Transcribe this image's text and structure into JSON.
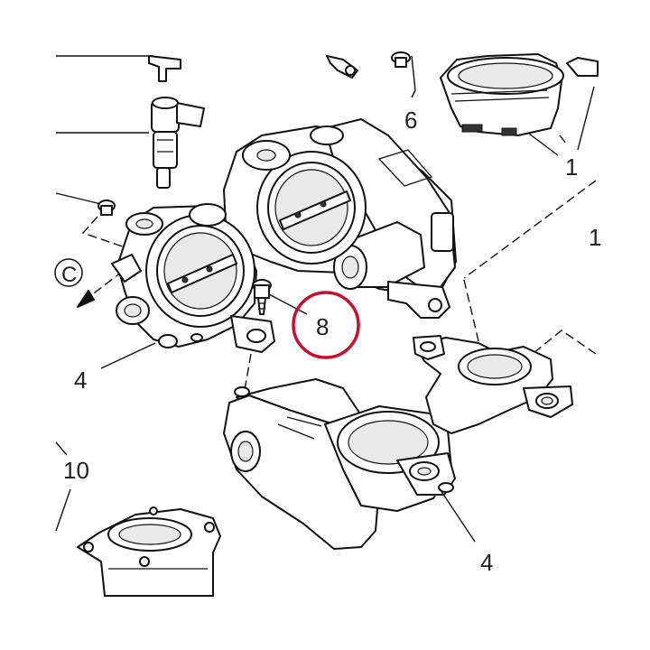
{
  "diagram": {
    "callouts": {
      "c1": "1",
      "c1_edge": "1",
      "c4_left": "4",
      "c4_bottom": "4",
      "c6": "6",
      "c8": "8",
      "c10": "10",
      "view_c": "C"
    },
    "highlight_color": "#c8102e"
  }
}
